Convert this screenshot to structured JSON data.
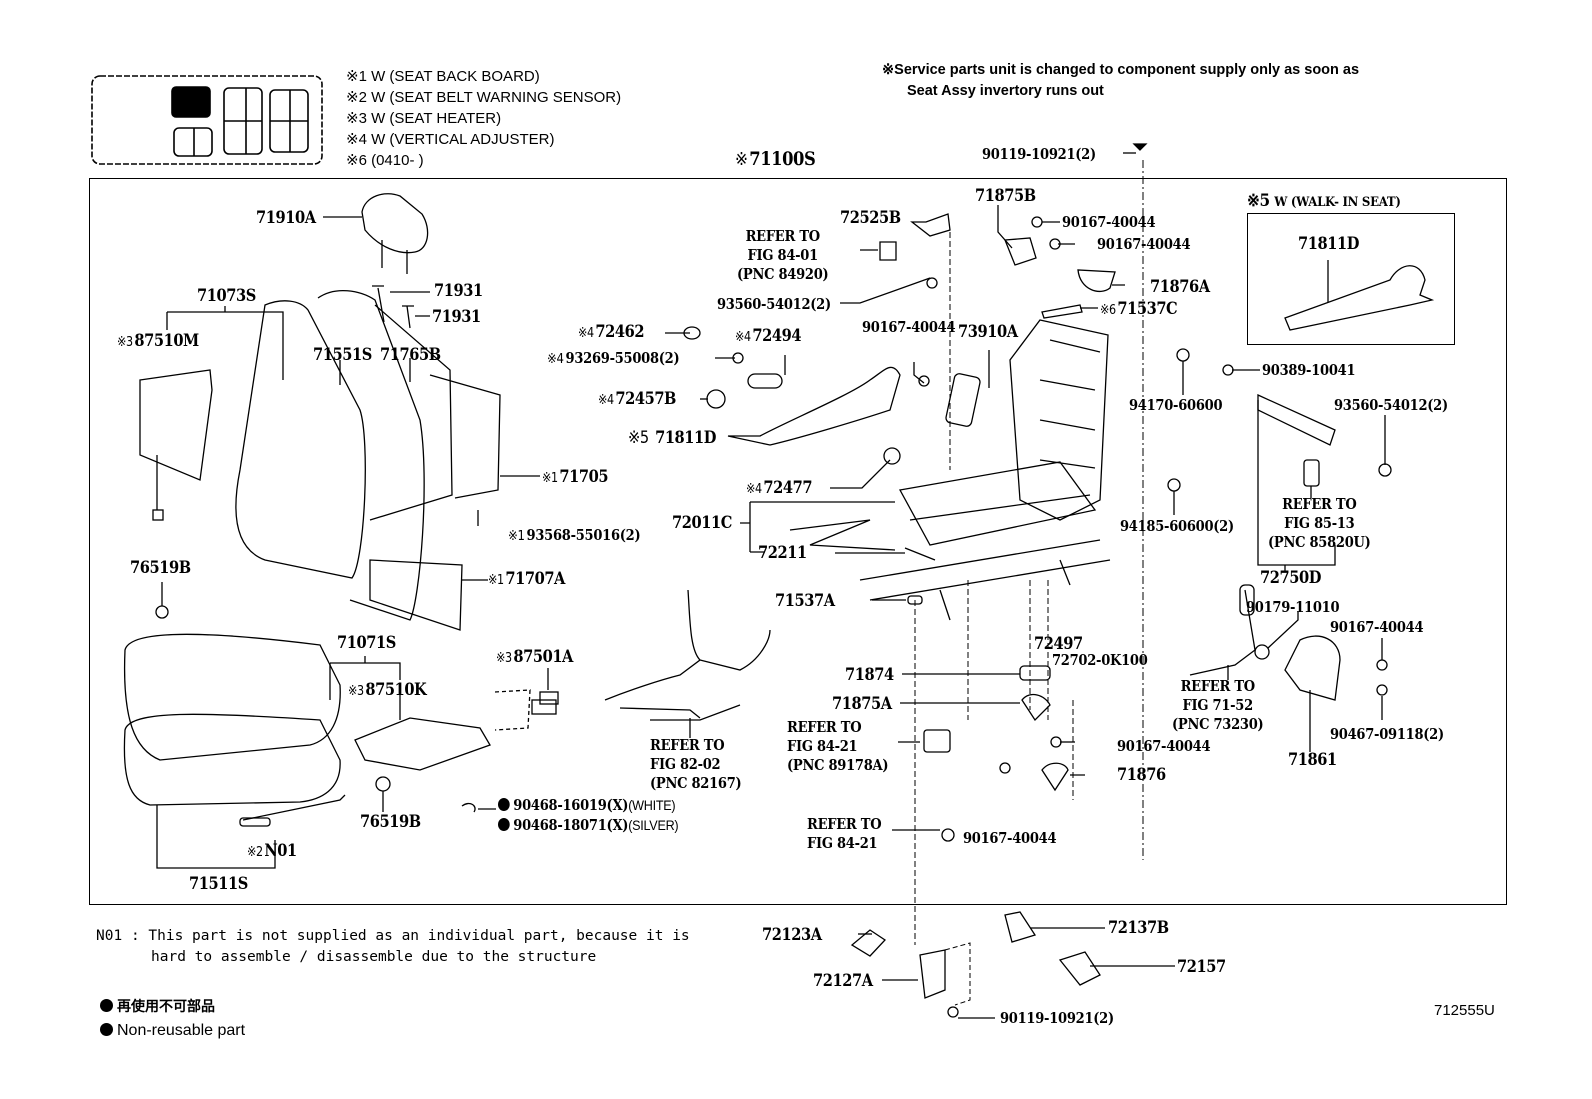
{
  "header": {
    "legend_notes": [
      {
        "mark": "※1",
        "text": "W (SEAT BACK BOARD)"
      },
      {
        "mark": "※2",
        "text": "W (SEAT BELT WARNING SENSOR)"
      },
      {
        "mark": "※3",
        "text": "W (SEAT HEATER)"
      },
      {
        "mark": "※4",
        "text": "W (VERTICAL ADJUSTER)"
      },
      {
        "mark": "※6",
        "text": "(0410-      )"
      }
    ],
    "service_note_line1": "※Service parts unit is changed to component supply only as soon as",
    "service_note_line2": "Seat Assy invertory runs out"
  },
  "assembly": {
    "mark": "※",
    "part": "71100S"
  },
  "walk_in_box": {
    "mark": "※5",
    "title": "W (WALK- IN SEAT)",
    "part": "71811D"
  },
  "labels": {
    "p71910A": "71910A",
    "p71931a": "71931",
    "p71931b": "71931",
    "p71073S": "71073S",
    "p87510M_mark": "※3",
    "p87510M": "87510M",
    "p71551S": "71551S",
    "p71765B": "71765B",
    "p71705_mark": "※1",
    "p71705": "71705",
    "p93568_mark": "※1",
    "p93568": "93568-55016(2)",
    "p71707A_mark": "※1",
    "p71707A": "71707A",
    "p76519B_top": "76519B",
    "p71071S": "71071S",
    "p87510K_mark": "※3",
    "p87510K": "87510K",
    "p87501A_mark": "※3",
    "p87501A": "87501A",
    "p76519B_bot": "76519B",
    "pN01_mark": "※2",
    "pN01": "N01",
    "p71511S": "71511S",
    "clip1": "90468-16019(X)",
    "clip1_color": "(WHITE)",
    "clip2": "90468-18071(X)",
    "clip2_color": "(SILVER)",
    "ref_8202_l1": "REFER TO",
    "ref_8202_l2": "FIG 82-02",
    "ref_8202_l3": "(PNC 82167)",
    "p72525B": "72525B",
    "ref_8401_l1": "REFER TO",
    "ref_8401_l2": "FIG 84-01",
    "ref_8401_l3": "(PNC 84920)",
    "p93560_a": "93560-54012(2)",
    "p72462_mark": "※4",
    "p72462": "72462",
    "p72494_mark": "※4",
    "p72494": "72494",
    "p93269_mark": "※4",
    "p93269": "93269-55008(2)",
    "p72457B_mark": "※4",
    "p72457B": "72457B",
    "p71811D_mark": "※5",
    "p71811D": "71811D",
    "p90167_a": "90167-40044",
    "p73910A": "73910A",
    "p72477_mark": "※4",
    "p72477": "72477",
    "p72011C": "72011C",
    "p72211": "72211",
    "p71537A": "71537A",
    "p71875B": "71875B",
    "p90167_b": "90167-40044",
    "p90167_c": "90167-40044",
    "p71876A": "71876A",
    "p71537C_mark": "※6",
    "p71537C": "71537C",
    "p90119_top": "90119-10921(2)",
    "p94170": "94170-60600",
    "p90389": "90389-10041",
    "p93560_b": "93560-54012(2)",
    "p94185": "94185-60600(2)",
    "ref_8513_l1": "REFER TO",
    "ref_8513_l2": "FIG 85-13",
    "ref_8513_l3": "(PNC 85820U)",
    "p72750D": "72750D",
    "p72497": "72497",
    "p72702": "72702-0K100",
    "p71874": "71874",
    "p71875A": "71875A",
    "ref_8421a_l1": "REFER TO",
    "ref_8421a_l2": "FIG 84-21",
    "ref_8421a_l3": "(PNC 89178A)",
    "p90167_d": "90167-40044",
    "p71876": "71876",
    "ref_8421b_l1": "REFER TO",
    "ref_8421b_l2": "FIG 84-21",
    "p90167_e": "90167-40044",
    "p90179": "90179-11010",
    "p90167_f": "90167-40044",
    "ref_7152_l1": "REFER TO",
    "ref_7152_l2": "FIG 71-52",
    "ref_7152_l3": "(PNC 73230)",
    "p90467": "90467-09118(2)",
    "p71861": "71861",
    "p72123A": "72123A",
    "p72127A": "72127A",
    "p72137B": "72137B",
    "p72157": "72157",
    "p90119_bot": "90119-10921(2)"
  },
  "footer": {
    "n01_key": "N01",
    "n01_sep": ":",
    "n01_line1": "This part is not supplied as an individual part, because it is",
    "n01_line2": "hard to assemble / disassemble due to the structure",
    "nonreuse_jp": "再使用不可部品",
    "nonreuse_en": "Non-reusable part",
    "figure_id": "712555U"
  }
}
